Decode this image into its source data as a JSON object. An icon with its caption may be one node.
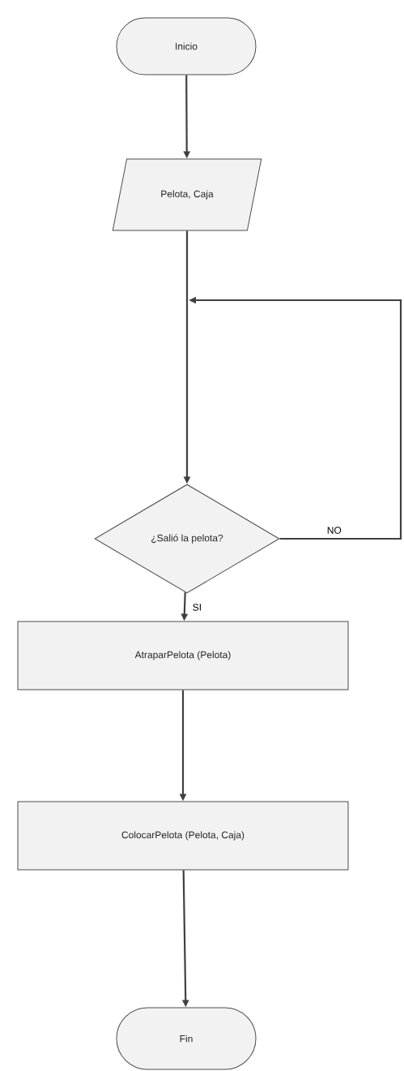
{
  "diagram": {
    "nodes": [
      {
        "text": [
          "Inicio"
        ]
      },
      {
        "text": [
          "Pelota, Caja"
        ]
      },
      {
        "text": [
          "¿Salió la pelota?"
        ]
      },
      {
        "text": [
          "AtraparPelota (Pelota)"
        ]
      },
      {
        "text": [
          "ColocarPelota (Pelota, Caja)"
        ]
      },
      {
        "text": [
          "Fin"
        ]
      }
    ],
    "edges": [
      {
        "from": 0,
        "to": 1,
        "arrow": "to"
      },
      {
        "from": 1,
        "to": 2,
        "arrow": "to"
      },
      {
        "from": 2,
        "to": 3,
        "arrow": "to",
        "label": "SI"
      },
      {
        "from": 3,
        "to": 4,
        "arrow": "to"
      },
      {
        "from": 4,
        "to": 5,
        "arrow": "to"
      },
      {
        "from": 2,
        "to": null,
        "arrow": "to",
        "label": "NO"
      }
    ]
  }
}
